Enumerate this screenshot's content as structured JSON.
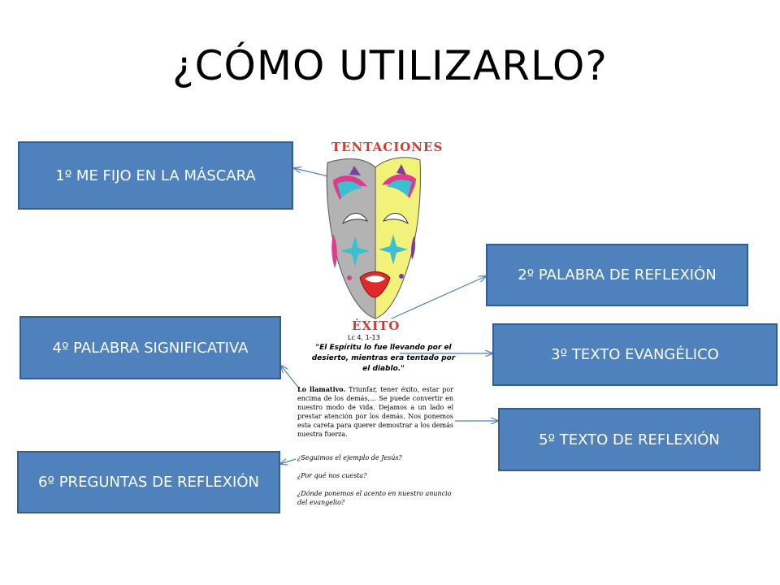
{
  "title": "¿CÓMO UTILIZARLO?",
  "steps": {
    "step1": "1º ME FIJO EN LA MÁSCARA",
    "step2": "2º  PALABRA DE REFLEXIÓN",
    "step3": "3º  TEXTO EVANGÉLICO",
    "step4": "4º  PALABRA SIGNIFICATIVA",
    "step5": "5º  TEXTO DE REFLEXIÓN",
    "step6": "6º  PREGUNTAS DE REFLEXIÓN"
  },
  "mask_card": {
    "heading_top": "TENTACIONES",
    "heading_word": "ÉXITO",
    "reference": "Lc 4, 1-13",
    "quote": "\"El Espíritu lo fue llevando por el desierto, mientras era tentado por el diablo.\"",
    "para_lead": "Lo llamativo.",
    "para_text": " Triunfar, tener éxito, estar por encima de los demás,… Se puede convertir en nuestro modo de vida. Dejamos a un lado el prestar atención por los demás. Nos ponemos esta careta para querer demostrar a los demás nuestra fuerza.",
    "questions": [
      "¿Seguimos el ejemplo de Jesús?",
      "¿Por qué nos cuesta?",
      "¿Dónde ponemos el acento en nuestro anuncio del evangelio?"
    ]
  },
  "colors": {
    "box_fill": "#4f81bd",
    "box_border": "#385d8a",
    "heading_red": "#d63a2e",
    "mask_gray": "#b3b3b3",
    "mask_yellow": "#f2f27a"
  }
}
